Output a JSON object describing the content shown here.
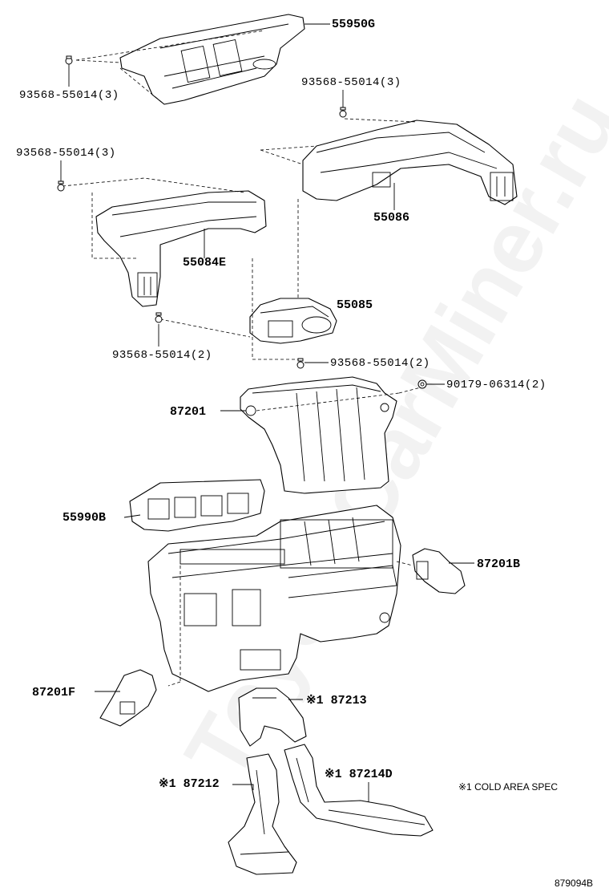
{
  "watermark": "ToyotaCarMiner.ru",
  "labels": {
    "p55950G": "55950G",
    "b1": "93568-55014(3)",
    "b2": "93568-55014(3)",
    "b3": "93568-55014(3)",
    "p55086": "55086",
    "p55084E": "55084E",
    "p55085": "55085",
    "b4": "93568-55014(2)",
    "b5": "93568-55014(2)",
    "b6": "90179-06314(2)",
    "p87201": "87201",
    "p55990B": "55990B",
    "p87201B": "87201B",
    "p87201F": "87201F",
    "p87213": "※1 87213",
    "p87212": "※1 87212",
    "p87214D": "※1 87214D"
  },
  "note": "※1 COLD AREA SPEC",
  "diagram_code": "879094B"
}
